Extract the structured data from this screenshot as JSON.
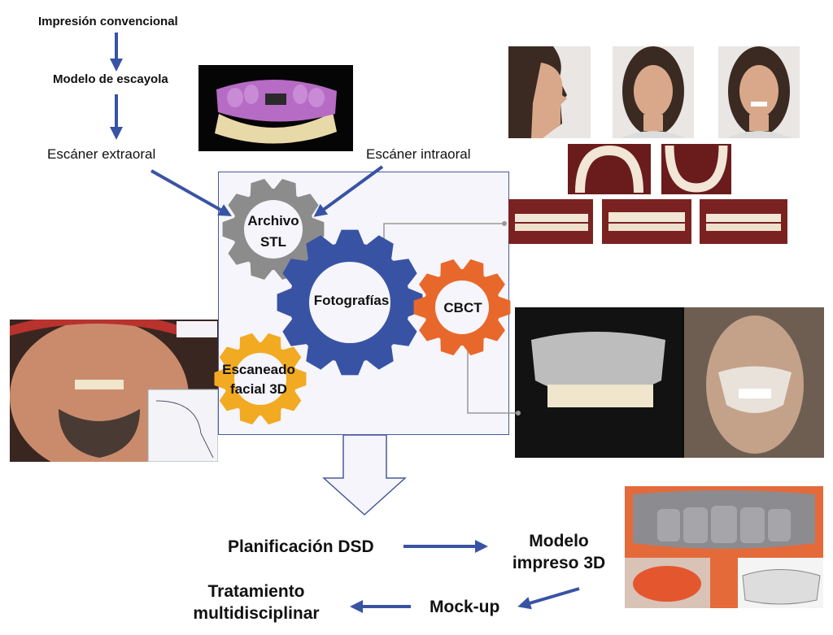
{
  "flow": {
    "step1": "Impresión convencional",
    "step2": "Modelo de escayola",
    "extraoral": "Escáner extraoral",
    "intraoral": "Escáner intraoral"
  },
  "gears": {
    "stl_line1": "Archivo",
    "stl_line2": "STL",
    "photos": "Fotografías",
    "cbct": "CBCT",
    "facial_line1": "Escaneado",
    "facial_line2": "facial 3D"
  },
  "bottom": {
    "planning": "Planificación DSD",
    "model_line1": "Modelo",
    "model_line2": "impreso 3D",
    "mockup": "Mock-up",
    "treatment_line1": "Tratamiento",
    "treatment_line2": "multidisciplinar"
  },
  "colors": {
    "arrow": "#3953a4",
    "gear_gray": "#8c8c8c",
    "gear_blue": "#3953a4",
    "gear_orange": "#e8682b",
    "gear_yellow": "#f2aa22",
    "panel_bg": "#f5f5fb"
  },
  "icons": {
    "model_photo": "dental-model-photo",
    "face_photos": "portrait-photos",
    "intraoral_photos": "intraoral-photos",
    "face_scan": "facial-scan-photo",
    "cbct_scan": "cbct-scan-photo",
    "printed_model": "printed-model-photo"
  }
}
